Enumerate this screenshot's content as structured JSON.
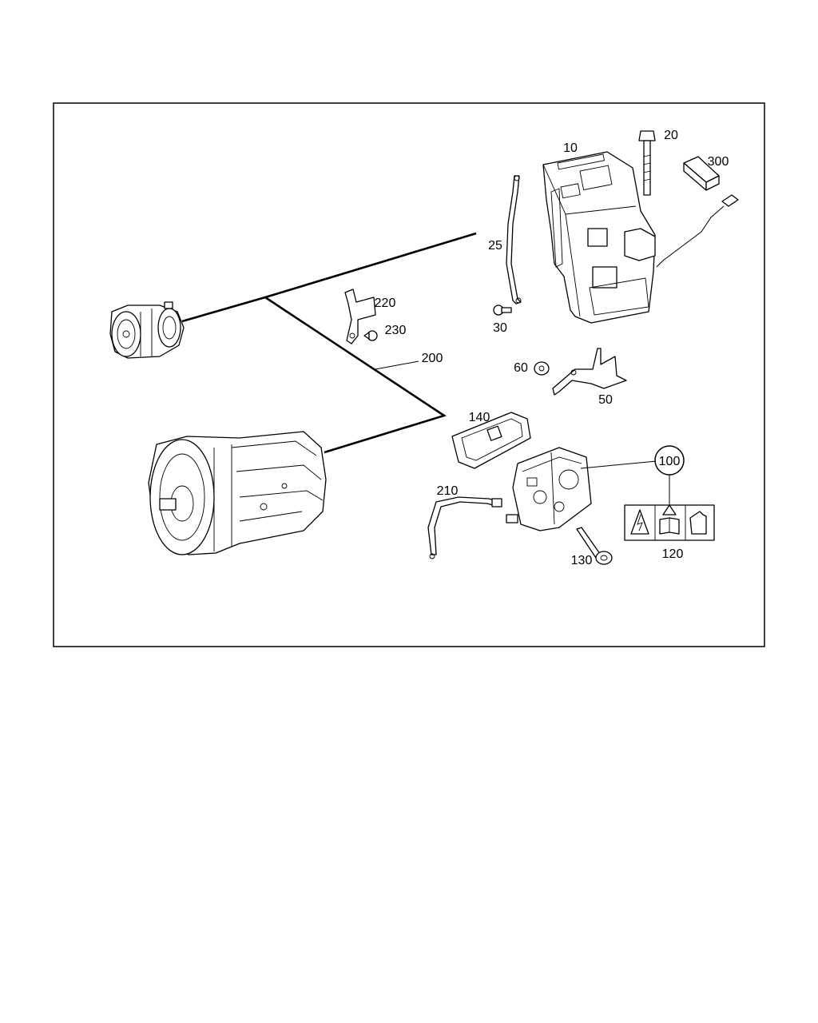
{
  "callouts": {
    "c10": "10",
    "c20": "20",
    "c300": "300",
    "c25": "25",
    "c30": "30",
    "c220": "220",
    "c230": "230",
    "c200": "200",
    "c60": "60",
    "c50": "50",
    "c140": "140",
    "c100": "100",
    "c210": "210",
    "c130": "130",
    "c120": "120"
  }
}
